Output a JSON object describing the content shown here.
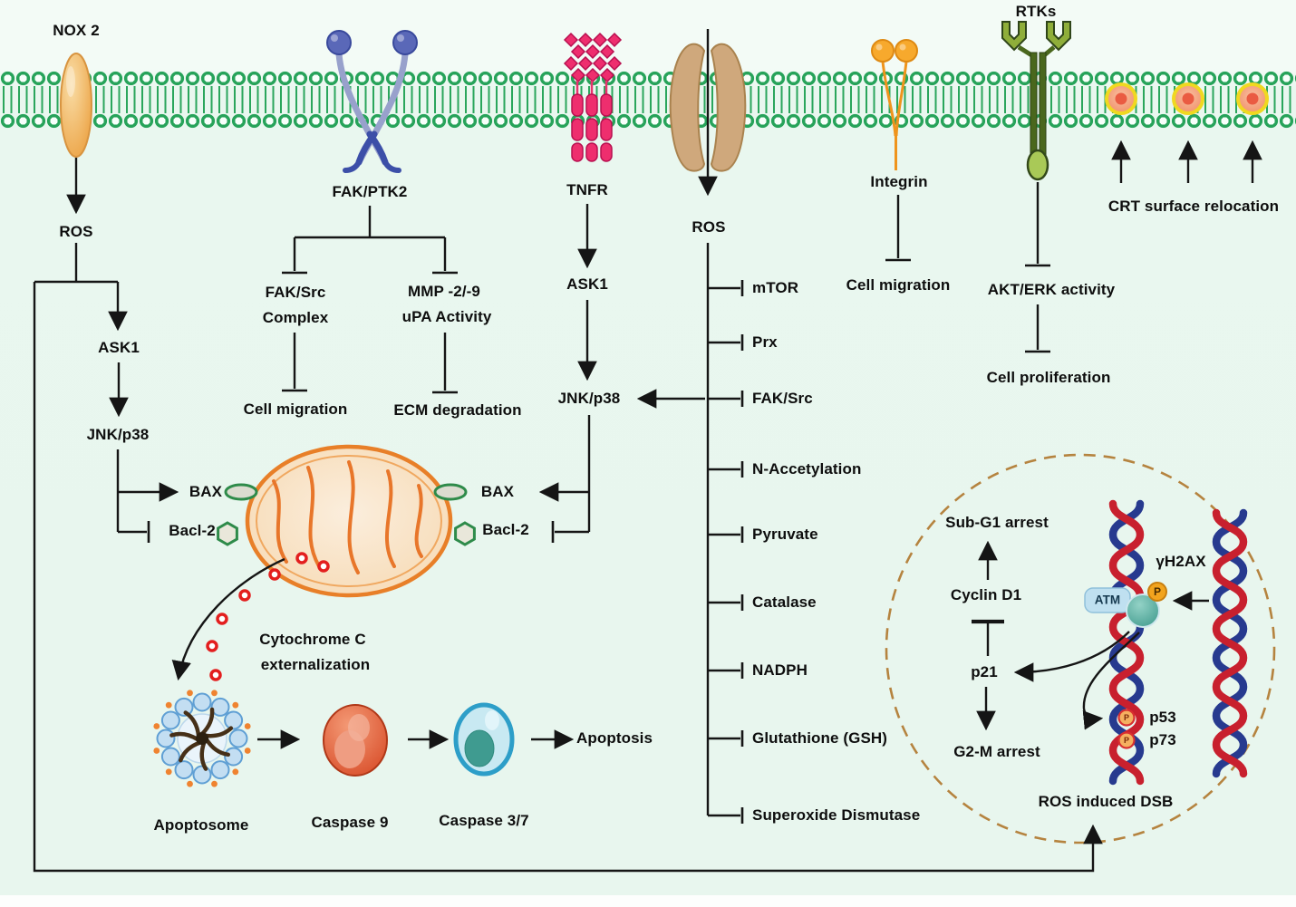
{
  "title": "ROS signaling pathway diagram",
  "colors": {
    "background": "#e9f7ef",
    "membrane_green": "#27a35a",
    "arrow_black": "#151515",
    "nox2_orange": "#eda449",
    "receptor_blue": "#4a5cae",
    "tnfr_pink": "#e8336e",
    "channel_tan": "#cfa87c",
    "integrin_orange": "#f7a92d",
    "rtk_green": "#8fae3a",
    "crt_coral": "#ef8660",
    "crt_ring_yellow": "#f0d820",
    "mito_orange": "#e87f28",
    "mito_fill": "#f8dfc0",
    "bax_green": "#2e8b4a",
    "cytc_red": "#e31e1e",
    "apoptosome_blue": "#c3def2",
    "caspase9_red": "#d74a26",
    "caspase37_teal": "#3f9b90",
    "nucleus_dash_brown": "#b5833f",
    "dna_red": "#c8202e",
    "dna_blue": "#273a8f",
    "atm_blue": "#bfe0f0",
    "phospho_orange": "#f2a41e"
  },
  "membrane": {
    "nox2": "NOX 2",
    "fak_ptk2": "FAK/PTK2",
    "tnfr": "TNFR",
    "ros_channel": "ROS",
    "integrin": "Integrin",
    "rtks": "RTKs",
    "crt": "CRT surface relocation"
  },
  "nox2_pathway": {
    "ros": "ROS",
    "ask1": "ASK1",
    "jnk_p38": "JNK/p38"
  },
  "fak_pathway": {
    "fak_src_line1": "FAK/Src",
    "fak_src_line2": "Complex",
    "mmp_line1": "MMP -2/-9",
    "mmp_line2": "uPA Activity",
    "cell_migration": "Cell migration",
    "ecm_degradation": "ECM degradation"
  },
  "tnfr_pathway": {
    "ask1": "ASK1",
    "jnk_p38": "JNK/p38"
  },
  "mitochondria": {
    "bax_left": "BAX",
    "bacl2_left": "Bacl-2",
    "bax_right": "BAX",
    "bacl2_right": "Bacl-2",
    "cytochrome_line1": "Cytochrome C",
    "cytochrome_line2": "externalization"
  },
  "apoptosis_cascade": {
    "apoptosome": "Apoptosome",
    "caspase9": "Caspase 9",
    "caspase37": "Caspase 3/7",
    "apoptosis": "Apoptosis"
  },
  "ros_targets": [
    "mTOR",
    "Prx",
    "FAK/Src",
    "N-Accetylation",
    "Pyruvate",
    "Catalase",
    "NADPH",
    "Glutathione (GSH)",
    "Superoxide Dismutase"
  ],
  "integrin_pathway": {
    "cell_migration": "Cell migration"
  },
  "rtk_pathway": {
    "akt_erk": "AKT/ERK activity",
    "proliferation": "Cell proliferation"
  },
  "nucleus": {
    "sub_g1": "Sub-G1 arrest",
    "cyclin_d1": "Cyclin D1",
    "p21": "p21",
    "g2m": "G2-M arrest",
    "atm": "ATM",
    "phospho": "P",
    "gamma_h2ax": "γH2AX",
    "p53": "p53",
    "p73": "p73",
    "ros_dsb": "ROS induced DSB"
  }
}
